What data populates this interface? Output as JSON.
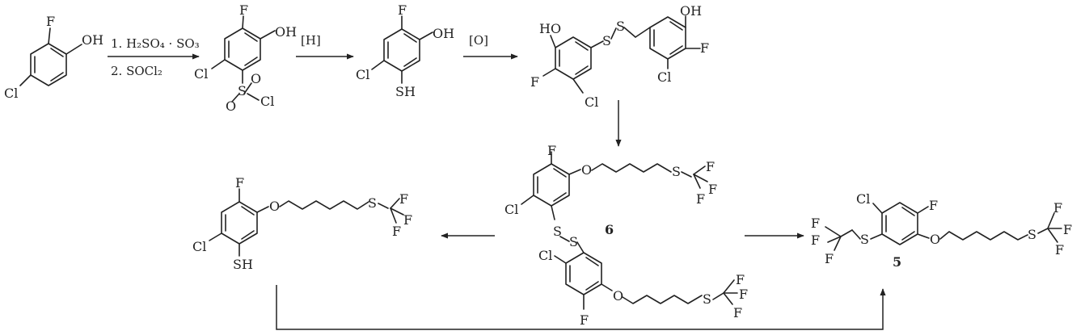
{
  "conditions": {
    "step1_line1": "1. H₂SO₄ · SO₃",
    "step1_line2": "2. SOCl₂",
    "step2": "[H]",
    "step3": "[O]"
  },
  "labels": {
    "F": "F",
    "Cl": "Cl",
    "OH": "OH",
    "HO": "HO",
    "SH": "SH",
    "S": "S",
    "O": "O"
  },
  "compounds": {
    "disulfide": "6",
    "product": "5"
  }
}
